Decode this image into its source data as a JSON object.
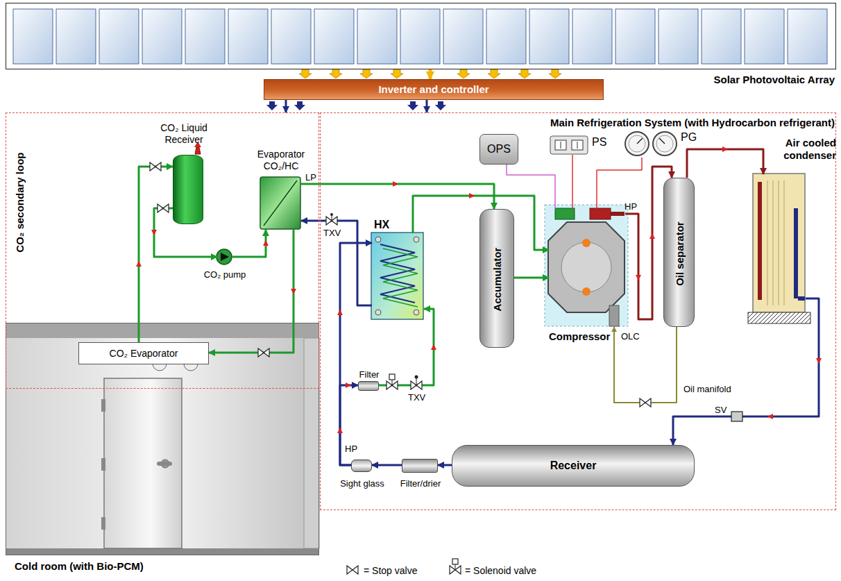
{
  "diagram": {
    "nodes": [
      {
        "text": [
          "Solar Photovoltaic Array"
        ]
      },
      {
        "text": [
          "Inverter and controller"
        ]
      },
      {
        "text": [
          "Cold room (with Bio-PCM)"
        ]
      },
      {
        "text": [
          "CO₂ Evaporator"
        ],
        "in": 2
      },
      {
        "text": [
          "CO₂ secondary loop"
        ]
      },
      {
        "text": [
          "CO₂ Liquid Receiver"
        ],
        "in": 4
      },
      {
        "text": [
          "CO₂ pump"
        ],
        "in": 4
      },
      {
        "text": [
          "Evaporator CO₂/HC"
        ],
        "in": 4
      },
      {
        "text": [
          "Main Refrigeration System (with Hydrocarbon refrigerant)"
        ]
      },
      {
        "text": [
          "OPS"
        ],
        "in": 8
      },
      {
        "text": [
          "PS"
        ],
        "in": 8
      },
      {
        "text": [
          "PG"
        ],
        "in": 8
      },
      {
        "text": [
          "HX"
        ],
        "in": 8
      },
      {
        "text": [
          "Accumulator"
        ],
        "in": 8
      },
      {
        "text": [
          "Compressor"
        ],
        "in": 8
      },
      {
        "text": [
          "Oil separator"
        ],
        "in": 8
      },
      {
        "text": [
          "Air cooled condenser"
        ],
        "in": 8
      },
      {
        "text": [
          "Filter"
        ],
        "in": 8
      },
      {
        "text": [
          "Receiver"
        ],
        "in": 8
      },
      {
        "text": [
          "Filter/drier"
        ],
        "in": 8
      },
      {
        "text": [
          "Sight glass"
        ],
        "in": 8
      }
    ],
    "edges": [
      {
        "from": 0,
        "to": 1,
        "arrow": "to"
      },
      {
        "from": 1,
        "to": 4,
        "arrow": "to"
      },
      {
        "from": 1,
        "to": 8,
        "arrow": "to"
      },
      {
        "from": 5,
        "to": 6,
        "arrow": "to"
      },
      {
        "from": 6,
        "to": 7,
        "arrow": "to"
      },
      {
        "from": 7,
        "to": 3,
        "arrow": "to"
      },
      {
        "from": 3,
        "to": 5,
        "arrow": "to"
      },
      {
        "from": 7,
        "to": 13,
        "arrow": "to"
      },
      {
        "from": 13,
        "to": 14,
        "arrow": "to"
      },
      {
        "from": 12,
        "to": 14,
        "arrow": "to"
      },
      {
        "from": 14,
        "to": 15,
        "arrow": "to"
      },
      {
        "from": 15,
        "to": 16,
        "arrow": "to"
      },
      {
        "from": 16,
        "to": 18,
        "arrow": "to"
      },
      {
        "from": 18,
        "to": 19,
        "arrow": "to"
      },
      {
        "from": 19,
        "to": 20,
        "arrow": "to"
      },
      {
        "from": 20,
        "to": 12,
        "arrow": "to"
      },
      {
        "from": 20,
        "to": 17,
        "arrow": "to"
      },
      {
        "from": 12,
        "to": 7,
        "arrow": "to"
      },
      {
        "from": 17,
        "to": 12,
        "arrow": "to"
      },
      {
        "from": 15,
        "to": 14,
        "arrow": "to"
      },
      {
        "from": 9,
        "to": 14,
        "arrow": "none"
      },
      {
        "from": 10,
        "to": 14,
        "arrow": "none"
      },
      {
        "from": 11,
        "to": 14,
        "arrow": "none"
      }
    ],
    "labels": [
      "LP",
      "TXV",
      "TXV",
      "HP",
      "OLC",
      "Oil manifold",
      "SV",
      "HP"
    ],
    "legend": [
      {
        "text": "= Stop valve"
      },
      {
        "text": "= Solenoid valve"
      }
    ]
  }
}
